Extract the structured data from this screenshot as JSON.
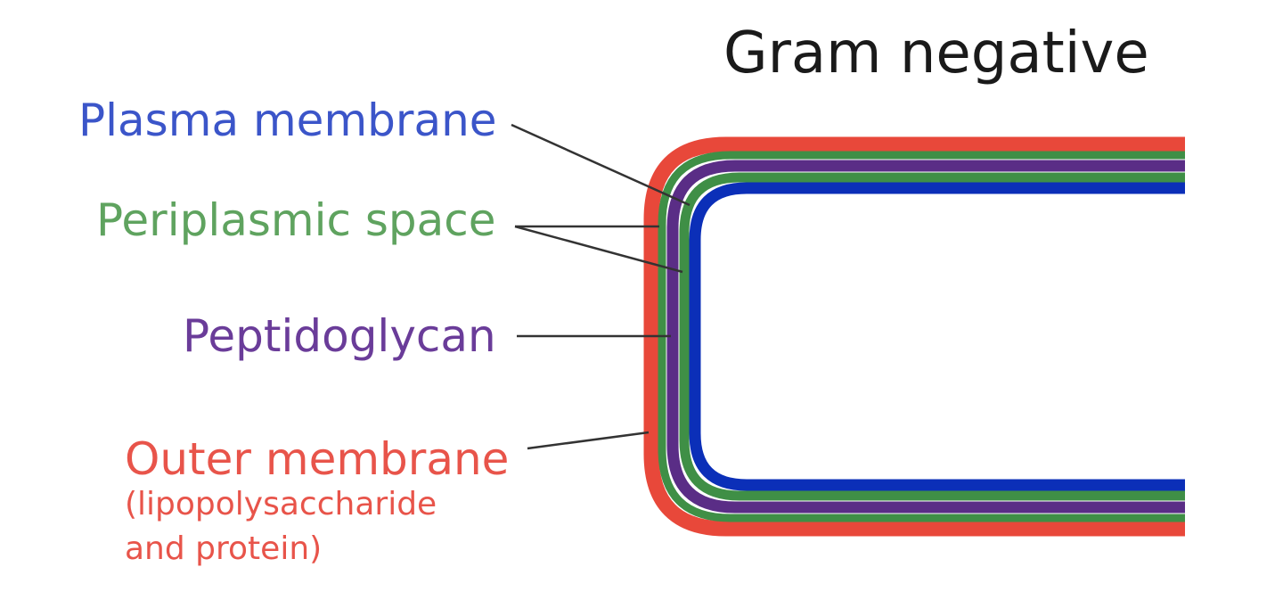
{
  "title": "Gram negative",
  "labels": {
    "plasma_membrane": "Plasma membrane",
    "periplasmic_space": "Periplasmic space",
    "peptidoglycan": "Peptidoglycan",
    "outer_membrane": "Outer membrane",
    "outer_membrane_note_line1": "(lipopolysaccharide",
    "outer_membrane_note_line2": "and protein)"
  },
  "colors": {
    "outer_membrane": "#e8483a",
    "periplasmic_space": "#3f8f46",
    "peptidoglycan": "#5a2d86",
    "plasma_membrane": "#0b2fb8",
    "label_blue": "#3b55c9",
    "label_green": "#5fa35f",
    "label_purple": "#6a3c99",
    "label_red": "#e8544a",
    "leader_line": "#333333"
  }
}
